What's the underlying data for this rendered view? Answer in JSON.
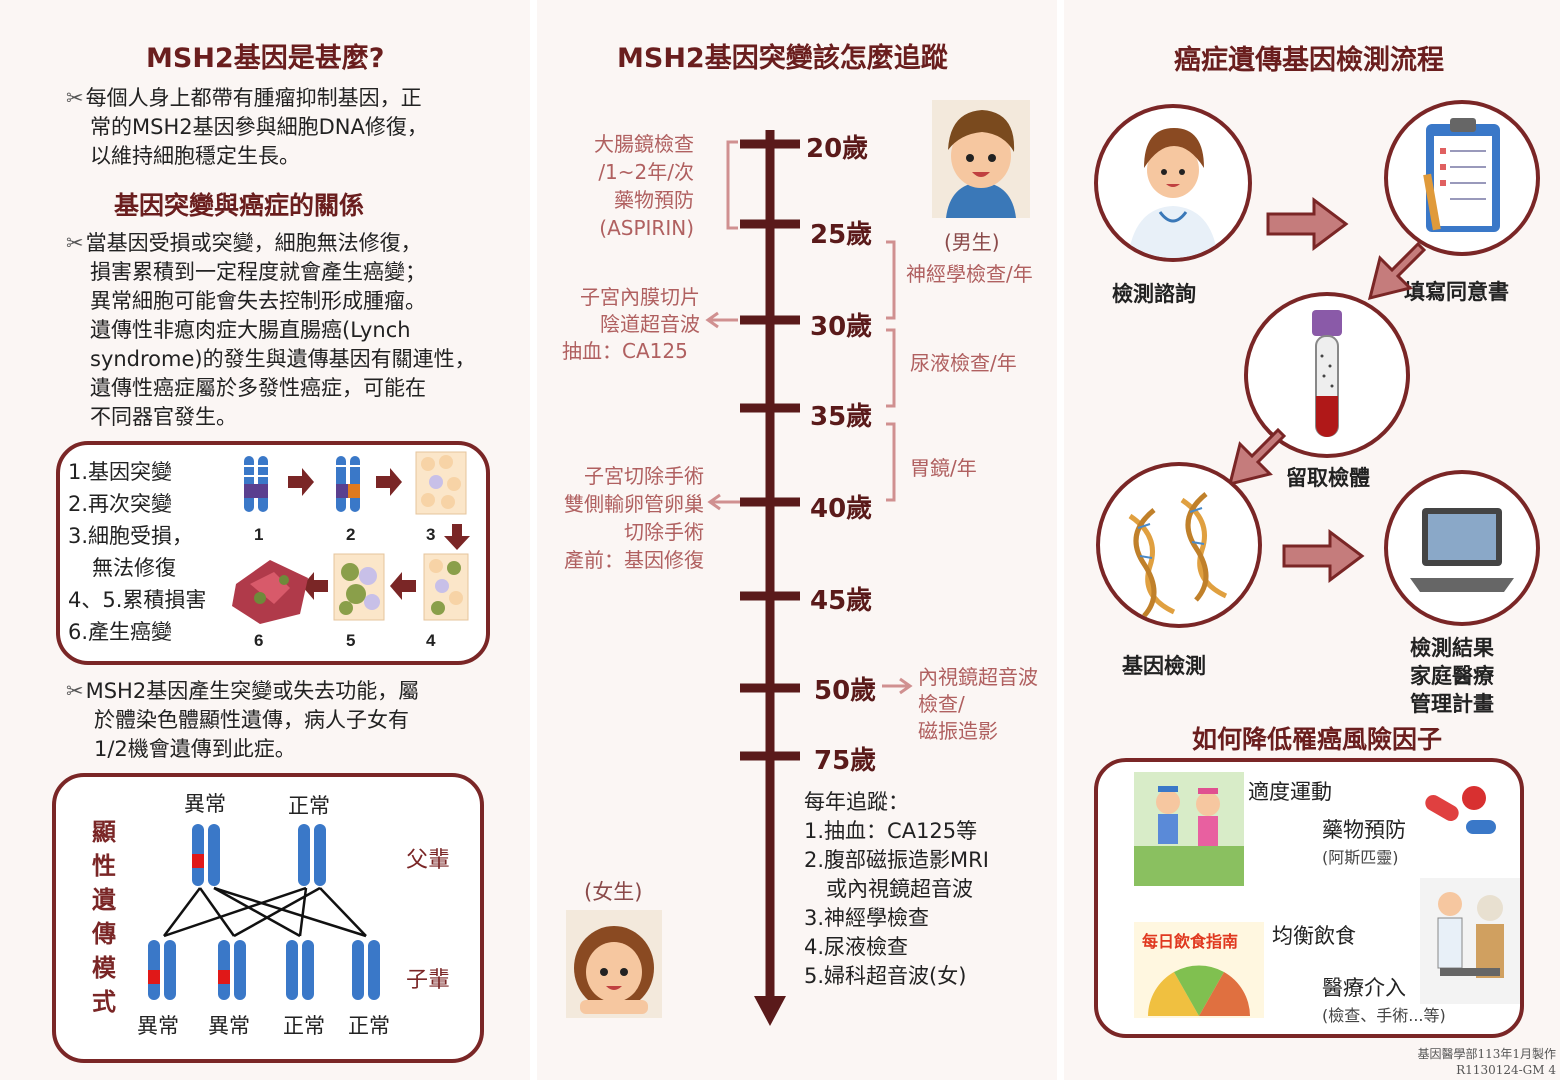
{
  "left": {
    "title1": "MSH2基因是甚麼?",
    "para1": [
      "每個人身上都帶有腫瘤抑制基因，正",
      "常的MSH2基因參與細胞DNA修復，",
      "以維持細胞穩定生長。"
    ],
    "title2": "基因突變與癌症的關係",
    "para2": [
      "當基因受損或突變，細胞無法修復，",
      "損害累積到一定程度就會產生癌變；",
      "異常細胞可能會失去控制形成腫瘤。",
      "遺傳性非瘜肉症大腸直腸癌(Lynch",
      "syndrome)的發生與遺傳基因有關連性，",
      "遺傳性癌症屬於多發性癌症，可能在",
      "不同器官發生。"
    ],
    "steps": [
      "1.基因突變",
      "2.再次突變",
      "3.細胞受損，",
      "無法修復",
      "4、5.累積損害",
      "6.產生癌變"
    ],
    "step_nums": [
      "1",
      "2",
      "3",
      "4",
      "5",
      "6"
    ],
    "para3": [
      "MSH2基因產生突變或失去功能，屬",
      "於體染色體顯性遺傳，病人子女有",
      "1/2機會遺傳到此症。"
    ],
    "inherit": {
      "vertical": [
        "顯",
        "性",
        "遺",
        "傳",
        "模",
        "式"
      ],
      "parent_abn": "異常",
      "parent_norm": "正常",
      "parents_label": "父輩",
      "children_label": "子輩",
      "children": [
        "異常",
        "異常",
        "正常",
        "正常"
      ]
    }
  },
  "middle": {
    "title": "MSH2基因突變該怎麼追蹤",
    "ages": [
      "20歲",
      "25歲",
      "30歲",
      "35歲",
      "40歲",
      "45歲",
      "50歲",
      "75歲"
    ],
    "left_notes": {
      "colon": [
        "大腸鏡檢查",
        "/1~2年/次",
        "藥物預防",
        "(ASPIRIN)"
      ],
      "uterus30": [
        "子宮內膜切片",
        "陰道超音波",
        "抽血：CA125"
      ],
      "uterus40": [
        "子宮切除手術",
        "雙側輸卵管卵巢",
        "切除手術",
        "產前：基因修復"
      ]
    },
    "right_notes": {
      "male": "(男生)",
      "neuro": "神經學檢查/年",
      "urine": "尿液檢查/年",
      "gastro": "胃鏡/年",
      "endo": [
        "內視鏡超音波",
        "檢查/",
        "磁振造影"
      ]
    },
    "female": "(女生)",
    "yearly": [
      "每年追蹤：",
      "1.抽血：CA125等",
      "2.腹部磁振造影MRI",
      "或內視鏡超音波",
      "3.神經學檢查",
      "4.尿液檢查",
      "5.婦科超音波(女)"
    ]
  },
  "right": {
    "title": "癌症遺傳基因檢測流程",
    "steps": [
      "檢測諮詢",
      "填寫同意書",
      "留取檢體",
      "基因檢測"
    ],
    "result": [
      "檢測結果",
      "家庭醫療",
      "管理計畫"
    ],
    "title2": "如何降低罹癌風險因子",
    "exercise": "適度運動",
    "medicine": "藥物預防",
    "medicine_sub": "(阿斯匹靈)",
    "diet": "均衡飲食",
    "diet_banner": "每日飲食指南",
    "medical": "醫療介入",
    "medical_sub": "(檢查、手術...等)"
  },
  "footer": [
    "基因醫學部113年1月製作",
    "R1130124-GM 4"
  ],
  "colors": {
    "maroon": "#5a1a1a",
    "accent": "#c06b6b",
    "panel": "#fbf6f4"
  }
}
